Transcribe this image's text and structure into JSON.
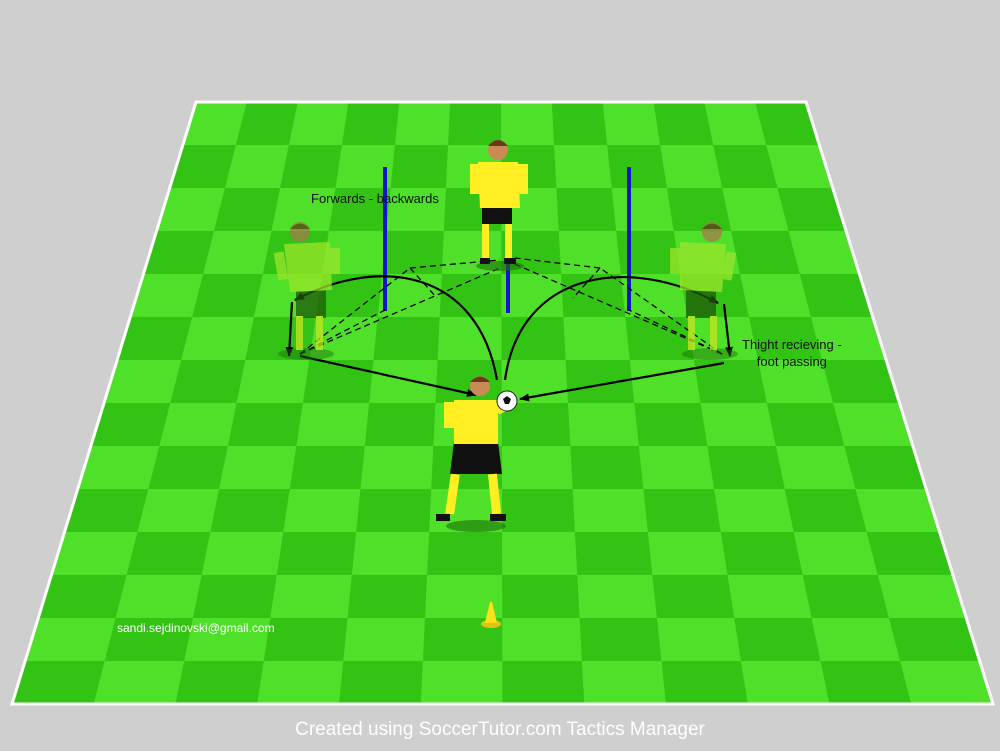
{
  "annotations": {
    "forwards_backwards": "Forwards - backwards",
    "thigh_line1": "Thight recieving -",
    "thigh_line2": "foot passing",
    "email": "sandi.sejdinovski@gmail.com"
  },
  "footer": {
    "credit": "Created using SoccerTutor.com Tactics Manager"
  },
  "colors": {
    "background": "#cfcfcf",
    "pitch_light": "#4fe02a",
    "pitch_dark": "#33c315",
    "pole": "#1414c8",
    "goalkeeper_shirt": "#ffee22",
    "outfield_shirt": "#9ae62a",
    "cone": "#ffe01a"
  },
  "elements": {
    "players": [
      "goalkeeper",
      "server-top",
      "server-left",
      "server-right"
    ],
    "equipment": [
      "pole",
      "pole",
      "pole",
      "cone",
      "ball"
    ]
  }
}
